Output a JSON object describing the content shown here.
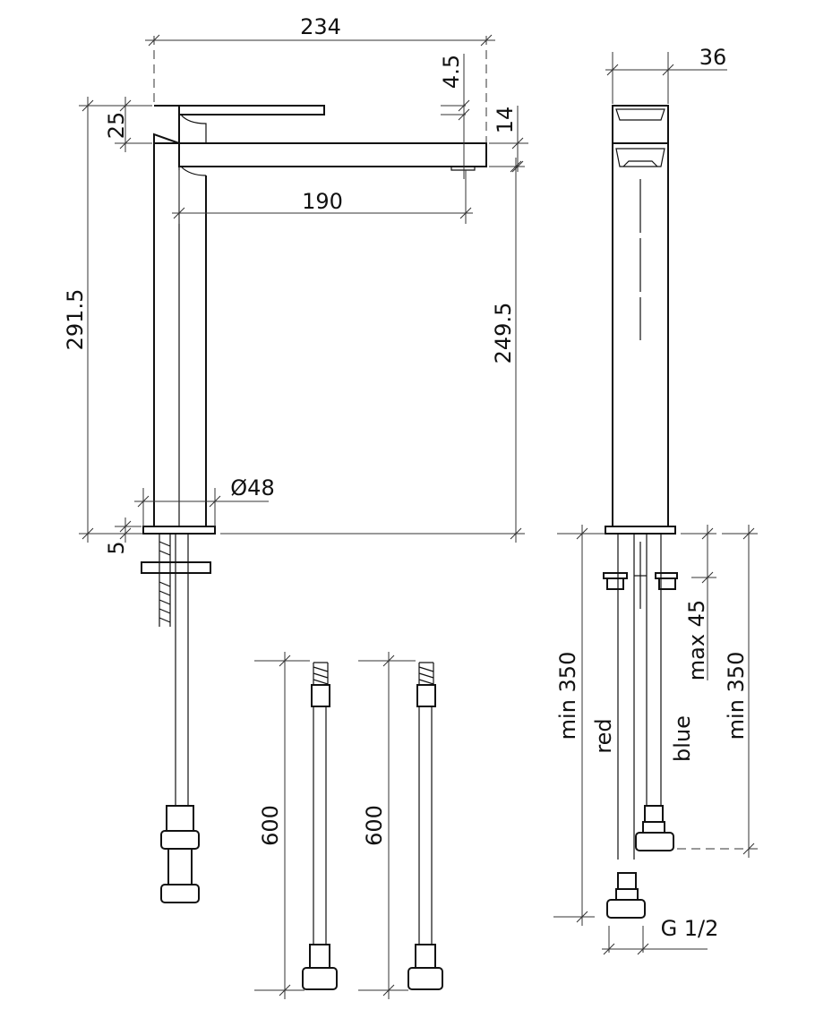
{
  "drawing": {
    "front_view": {
      "overall_width": "234",
      "overall_height": "291.5",
      "handle_height": "25",
      "spout_reach": "190",
      "spout_height": "249.5",
      "aerator_offset": "4.5",
      "spout_thickness": "14",
      "base_diameter": "Ø48",
      "base_thickness": "5"
    },
    "hoses": [
      {
        "length": "600"
      },
      {
        "length": "600"
      }
    ],
    "side_view": {
      "body_width": "36",
      "red_hose_min": "min 350",
      "blue_hose_min": "min 350",
      "max_counter_thickness": "max 45",
      "hot_label": "red",
      "cold_label": "blue",
      "thread": "G 1/2"
    }
  }
}
